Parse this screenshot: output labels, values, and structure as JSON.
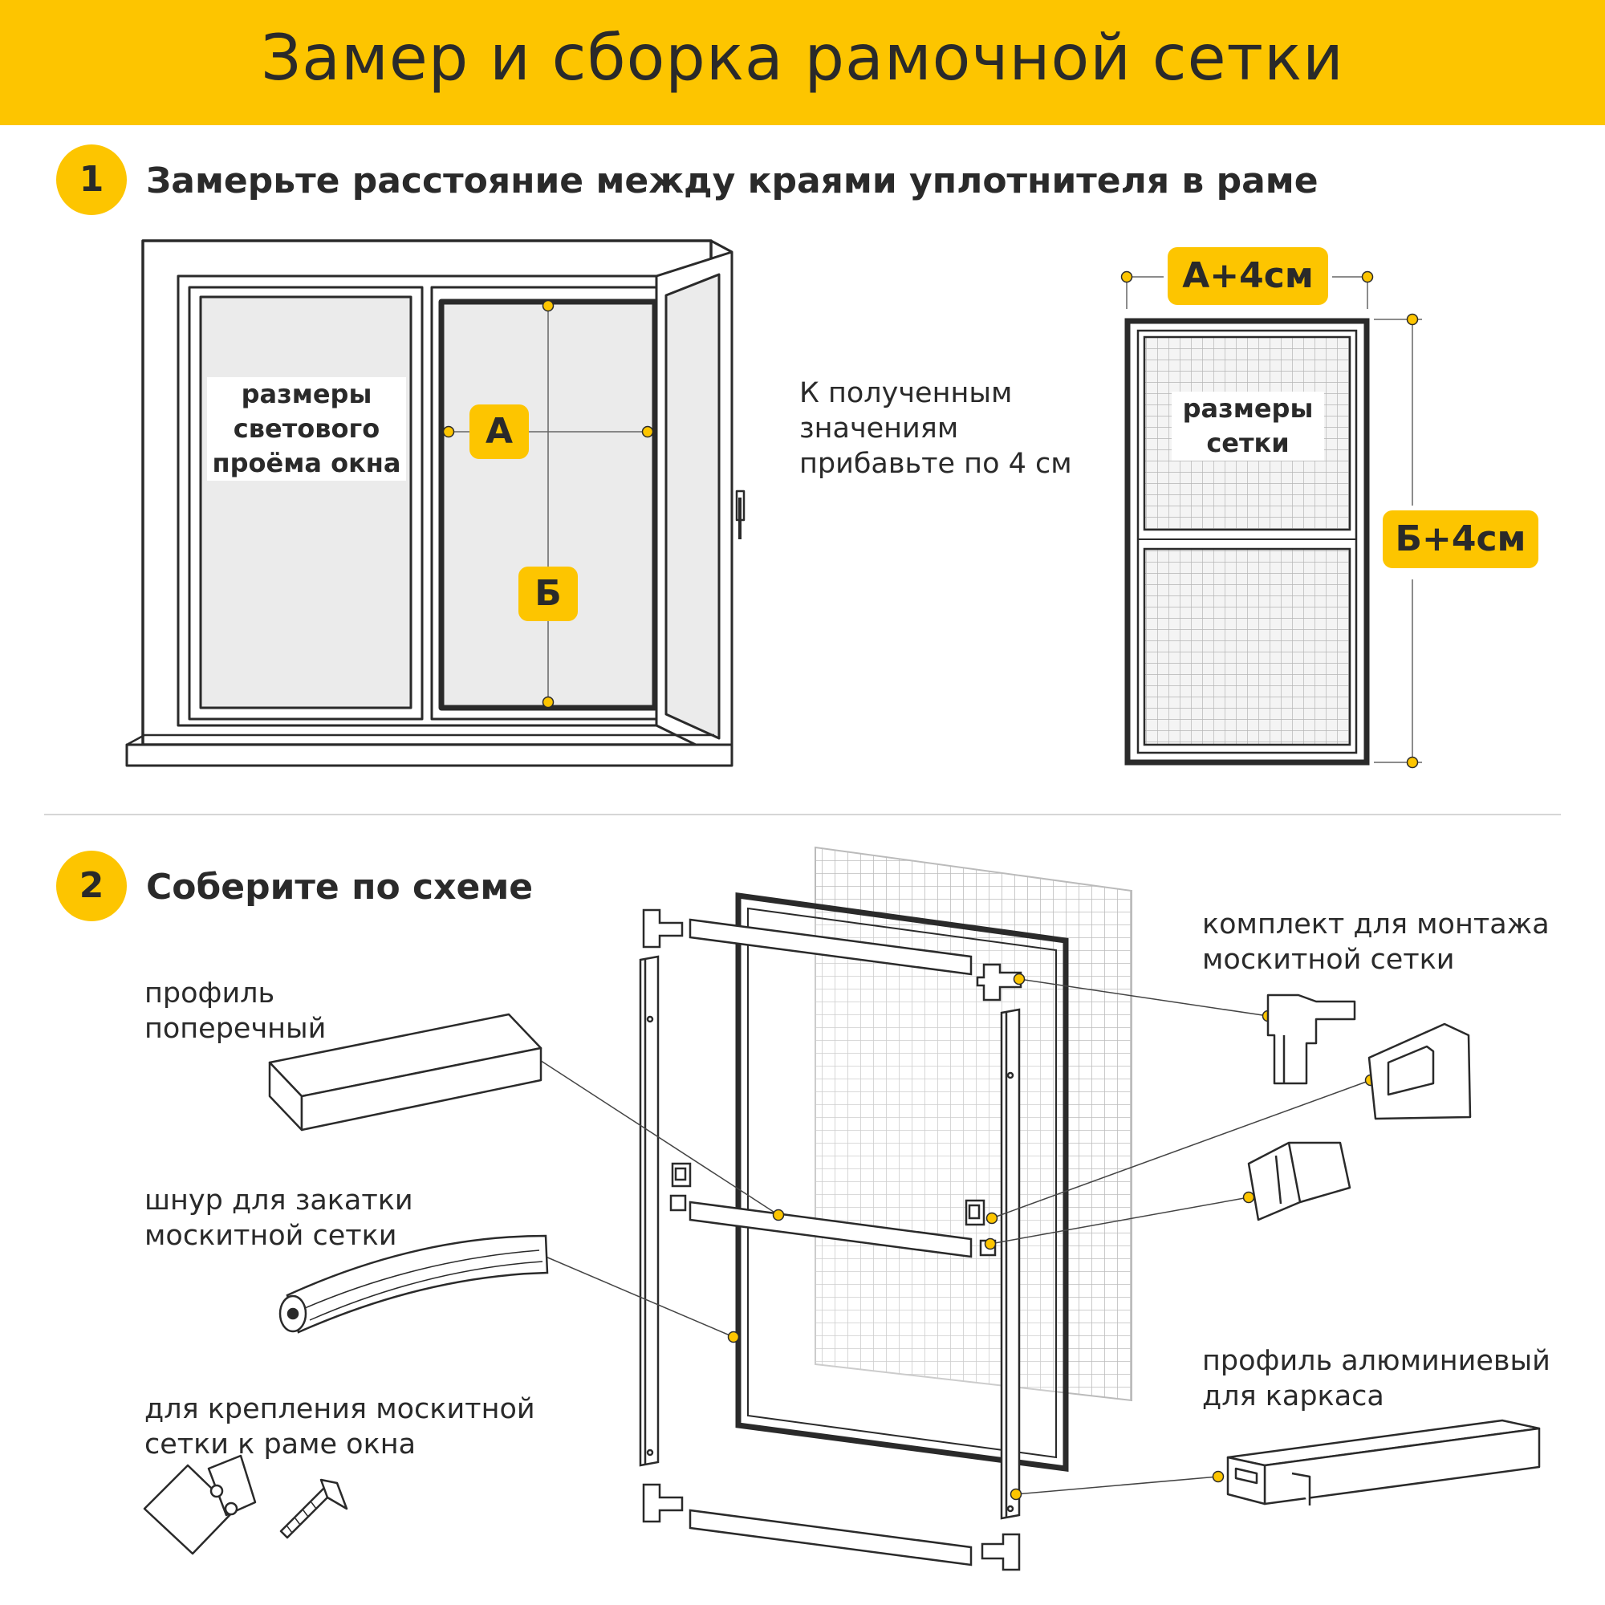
{
  "title": "Замер и сборка рамочной сетки",
  "step1": {
    "number": "1",
    "text": "Замерьте расстояние между краями уплотнителя в раме",
    "window_label": [
      "размеры",
      "светового",
      "проёма окна"
    ],
    "marker_a": "А",
    "marker_b": "Б",
    "instruction": [
      "К полученным",
      "значениям",
      "прибавьте по 4 см"
    ],
    "net_label": [
      "размеры",
      "сетки"
    ],
    "width_badge": "А+4см",
    "height_badge": "Б+4см"
  },
  "step2": {
    "number": "2",
    "text": "Соберите по схеме",
    "parts": {
      "cross_profile": [
        "профиль",
        "поперечный"
      ],
      "cord": [
        "шнур для закатки",
        "москитной сетки"
      ],
      "fasteners": [
        "для крепления москитной",
        "сетки к раме окна"
      ],
      "mount_kit": [
        "комплект для монтажа",
        "москитной сетки"
      ],
      "alu_profile": [
        "профиль алюминиевый",
        "для каркаса"
      ]
    }
  },
  "colors": {
    "accent": "#fdc500",
    "ink": "#2a2a2a",
    "glass": "#ebebeb"
  }
}
